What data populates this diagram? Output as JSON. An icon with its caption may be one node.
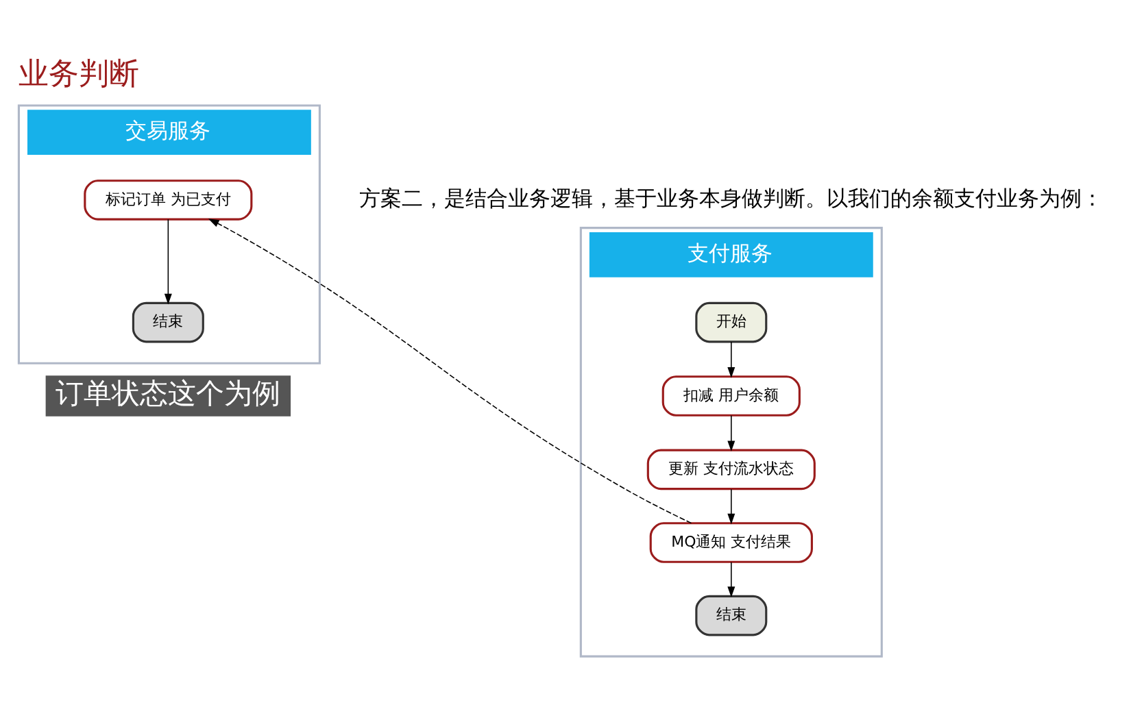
{
  "diagram": {
    "title": "业务判断",
    "nodes": [
      {
        "text": [
          "支付服务"
        ]
      },
      {
        "text": [
          "交易服务"
        ]
      },
      {
        "text": [
          "开始"
        ],
        "in": 0
      },
      {
        "text": [
          "扣减 用户余额"
        ],
        "in": 0
      },
      {
        "text": [
          "更新 支付流水状态"
        ],
        "in": 0
      },
      {
        "text": [
          "MQ通知 支付结果"
        ],
        "in": 0
      },
      {
        "text": [
          "结束"
        ],
        "in": 0
      },
      {
        "text": [
          "标记订单 为已支付"
        ],
        "in": 1
      },
      {
        "text": [
          "结束"
        ],
        "in": 1
      }
    ],
    "edges": [
      {
        "from": 2,
        "to": 3,
        "arrow": "to"
      },
      {
        "from": 3,
        "to": 4,
        "arrow": "to"
      },
      {
        "from": 4,
        "to": 5,
        "arrow": "to"
      },
      {
        "from": 5,
        "to": 6,
        "arrow": "to"
      },
      {
        "from": 5,
        "to": 7,
        "arrow": "to",
        "style": "dashed"
      },
      {
        "from": 7,
        "to": 8,
        "arrow": "to"
      }
    ],
    "labels": [
      "方案二，是结合业务逻辑，基于业务本身做判断。以我们的余额支付业务为例：",
      "订单状态这个为例"
    ]
  }
}
